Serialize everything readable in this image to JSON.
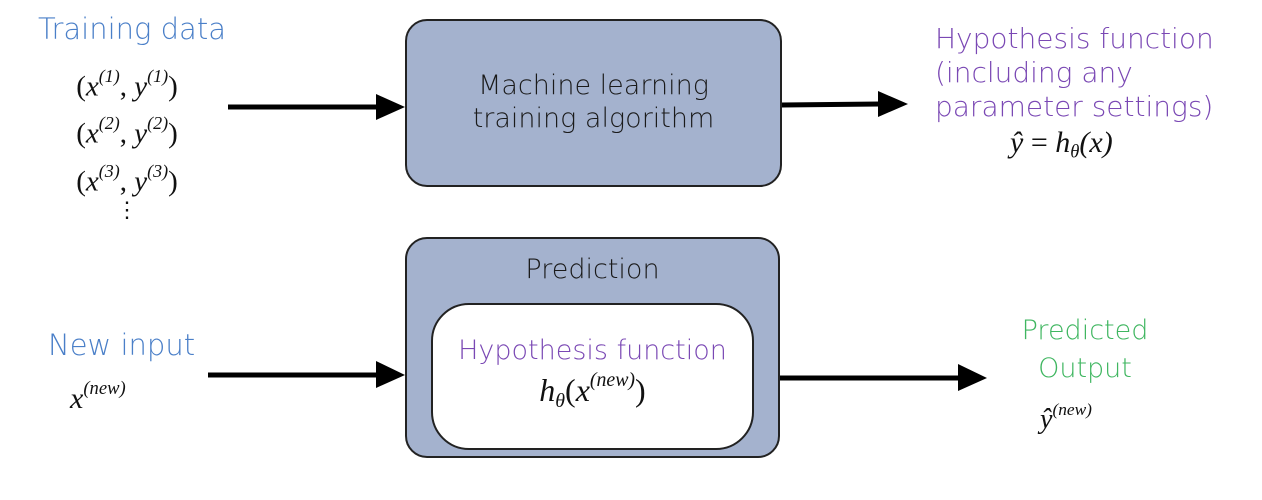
{
  "training": {
    "title": "Training data",
    "pairs": [
      {
        "x": "x",
        "y": "y",
        "index": "(1)"
      },
      {
        "x": "x",
        "y": "y",
        "index": "(2)"
      },
      {
        "x": "x",
        "y": "y",
        "index": "(3)"
      }
    ],
    "ellipsis": "⋮"
  },
  "ml_box": {
    "line1": "Machine learning",
    "line2": "training algorithm"
  },
  "hypothesis_output": {
    "line1": "Hypothesis function",
    "line2": "(including any",
    "line3": "parameter settings)",
    "formula": {
      "lhs": "ŷ",
      "eq": " = ",
      "h": "h",
      "sub": "θ",
      "arg": "(x)"
    }
  },
  "prediction_box": {
    "title": "Prediction",
    "inner_title": "Hypothesis function",
    "formula": {
      "h": "h",
      "sub": "θ",
      "open": "(",
      "x": "x",
      "sup": "(new)",
      "close": ")"
    }
  },
  "new_input": {
    "title": "New input",
    "var": "x",
    "sup": "(new)"
  },
  "predicted_output": {
    "line1": "Predicted",
    "line2": "Output",
    "var": "ŷ",
    "sup": "(new)"
  },
  "colors": {
    "blue_label": "#4a7fc8",
    "purple_label": "#7a48b4",
    "green_label": "#3fb660",
    "box_fill": "#a4b2ce",
    "box_border": "#222222"
  }
}
